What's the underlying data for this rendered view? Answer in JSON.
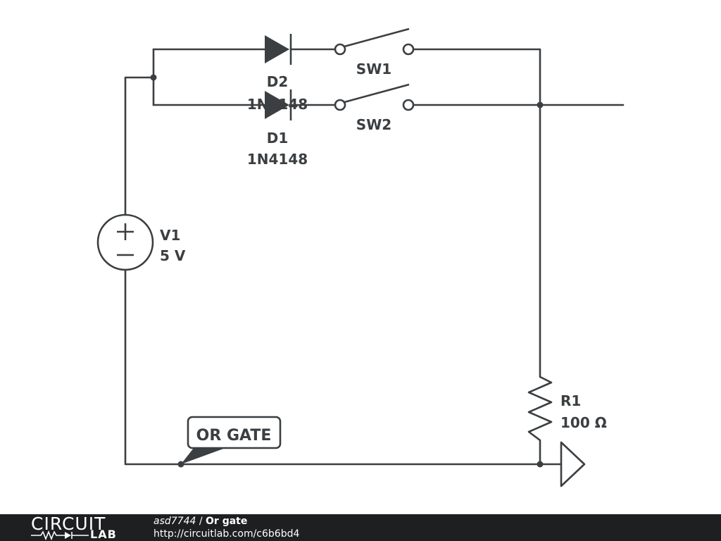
{
  "circuit": {
    "v1": {
      "name": "V1",
      "value": "5 V"
    },
    "d1": {
      "name": "D1",
      "part": "1N4148"
    },
    "d2": {
      "name": "D2",
      "part": "1N4148"
    },
    "sw1": {
      "name": "SW1"
    },
    "sw2": {
      "name": "SW2"
    },
    "r1": {
      "name": "R1",
      "value": "100 Ω"
    },
    "net_label": "OR GATE"
  },
  "footer": {
    "logo_top": "CIRCUIT",
    "logo_bottom": "LAB",
    "user": "asd7744",
    "separator": " / ",
    "title": "Or gate",
    "url": "http://circuitlab.com/c6b6bd4"
  },
  "colors": {
    "ink": "#3b3f42",
    "footer_bg": "#1d1f20",
    "background": "#ffffff"
  }
}
